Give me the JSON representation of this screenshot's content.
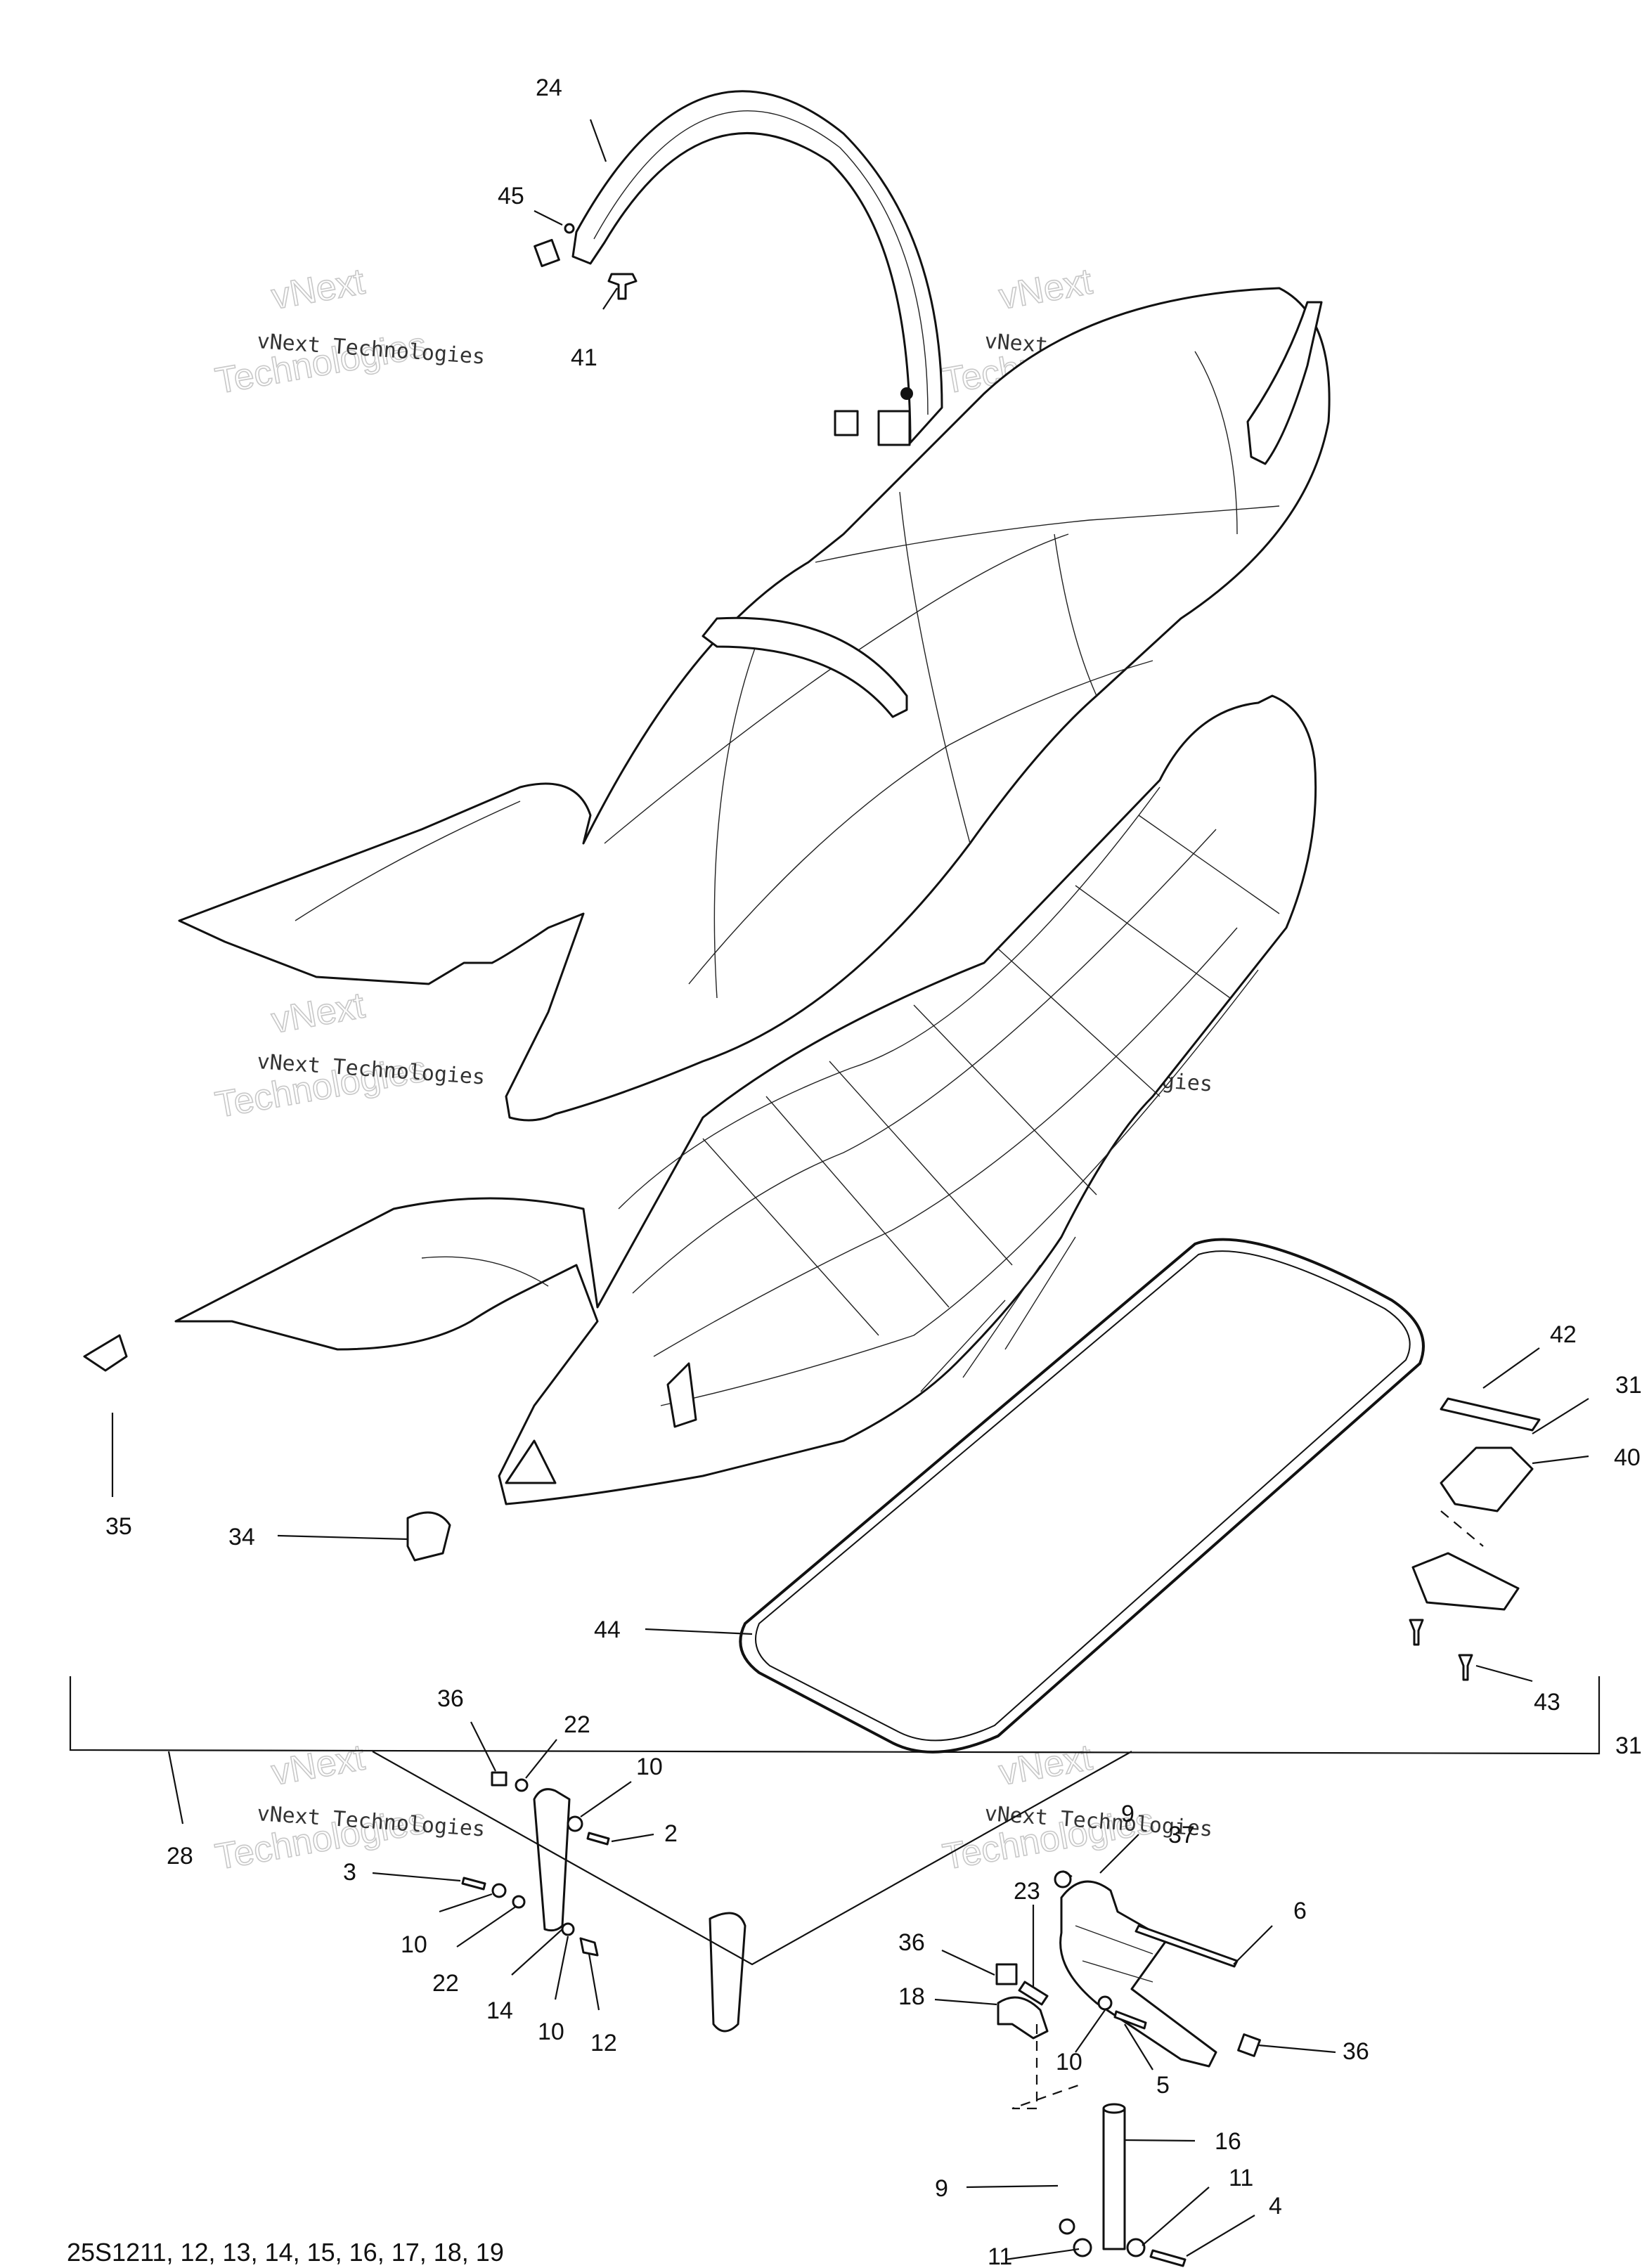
{
  "diagram": {
    "footer": "25S1211, 12, 13, 14, 15, 16, 17, 18, 19",
    "watermark": {
      "line1": "vNext Technologies",
      "line2": "vNext",
      "line3": "Technologies"
    },
    "callouts": {
      "c24": "24",
      "c45": "45",
      "c41": "41",
      "c42": "42",
      "c31a": "31",
      "c40": "40",
      "c43": "43",
      "c35": "35",
      "c34": "34",
      "c44": "44",
      "c31b": "31",
      "c36a": "36",
      "c22a": "22",
      "c10a": "10",
      "c2": "2",
      "c28": "28",
      "c3": "3",
      "c10b": "10",
      "c22b": "22",
      "c14": "14",
      "c10c": "10",
      "c12": "12",
      "c9a": "9",
      "c37": "37",
      "c23": "23",
      "c6": "6",
      "c36b": "36",
      "c18": "18",
      "c10d": "10",
      "c5": "5",
      "c36c": "36",
      "c16": "16",
      "c9b": "9",
      "c11a": "11",
      "c4": "4",
      "c11b": "11"
    }
  }
}
